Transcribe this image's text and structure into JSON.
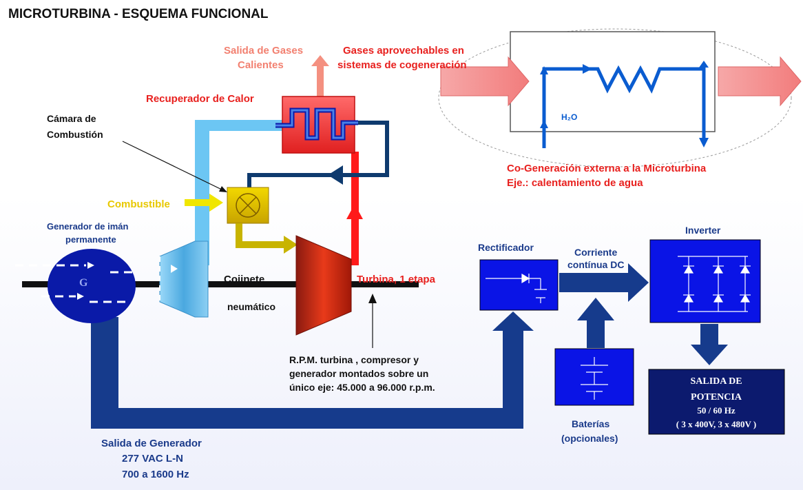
{
  "title": "MICROTURBINA - ESQUEMA FUNCIONAL",
  "exhaust": {
    "line1": "Salida de Gases",
    "line2": "Calientes"
  },
  "cogen_gases": {
    "line1": "Gases aprovechables en",
    "line2": "sistemas de cogeneración"
  },
  "recuperator": "Recuperador de Calor",
  "combustion_chamber": {
    "line1": "Cámara de",
    "line2": "Combustión"
  },
  "fuel": "Combustible",
  "generator": {
    "line1": "Generador de imán",
    "line2": "permanente",
    "symbol": "G"
  },
  "bearing": {
    "line1": "Cojinete",
    "line2": "neumático"
  },
  "turbine": "Turbina, 1 etapa",
  "rpm_note": {
    "line1": "R.P.M.  turbina , compresor y",
    "line2": "generador montados sobre un",
    "line3": "único eje: 45.000 a 96.000 r.p.m."
  },
  "h2o": "H₂O",
  "cogen_external": {
    "line1": "Co-Generación externa a la Microturbina",
    "line2": "Eje.: calentamiento de agua"
  },
  "rectifier": "Rectificador",
  "dc_current": {
    "line1": "Corriente",
    "line2": "contínua DC"
  },
  "inverter": "Inverter",
  "power_output": {
    "line1": "SALIDA DE",
    "line2": "POTENCIA",
    "line3": "50 / 60 Hz",
    "line4": "( 3 x 400V, 3 x 480V )"
  },
  "batteries": {
    "line1": "Baterías",
    "line2": "(opcionales)"
  },
  "generator_output": {
    "line1": "Salida de Generador",
    "line2": "277 VAC  L-N",
    "line3": "700 a 1600 Hz"
  },
  "colors": {
    "navy": "#1a3a8a",
    "blue": "#0a14e6",
    "red": "#e8201e",
    "lightblue": "#6cc6f3",
    "fuel": "#e8d800",
    "title": "#111111"
  }
}
